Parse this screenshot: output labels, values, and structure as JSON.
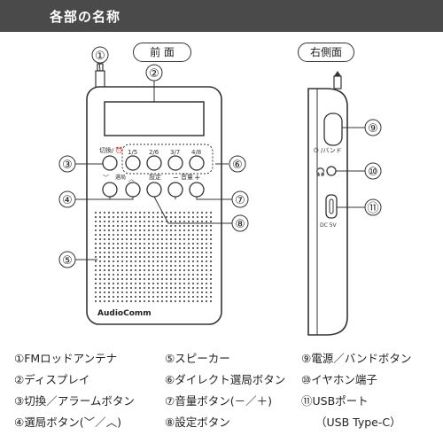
{
  "header": {
    "title": "各部の名称"
  },
  "views": {
    "front": "前 面",
    "side": "右側面"
  },
  "radio": {
    "brand": "AudioComm",
    "switch_label": "切換/",
    "preset_labels": [
      "1/5",
      "2/6",
      "3/7",
      "4/8"
    ],
    "tune_label": "選局",
    "setting_label": "設定",
    "volume_label": "音量",
    "power_label": "/バンド",
    "dc_label": "DC 5V"
  },
  "callouts": [
    "①",
    "②",
    "③",
    "④",
    "⑤",
    "⑥",
    "⑦",
    "⑧",
    "⑨",
    "⑩",
    "⑪"
  ],
  "legend": {
    "col1": [
      "①FMロッドアンテナ",
      "②ディスプレイ",
      "③切換／アラームボタン",
      "④選局ボタン(﹀／︿)"
    ],
    "col2": [
      "⑤スピーカー",
      "⑥ダイレクト選局ボタン",
      "⑦音量ボタン(－／＋)",
      "⑧設定ボタン"
    ],
    "col3": [
      "⑨電源／バンドボタン",
      "⑩イヤホン端子",
      "⑪USBポート",
      "（USB Type-C）"
    ]
  }
}
